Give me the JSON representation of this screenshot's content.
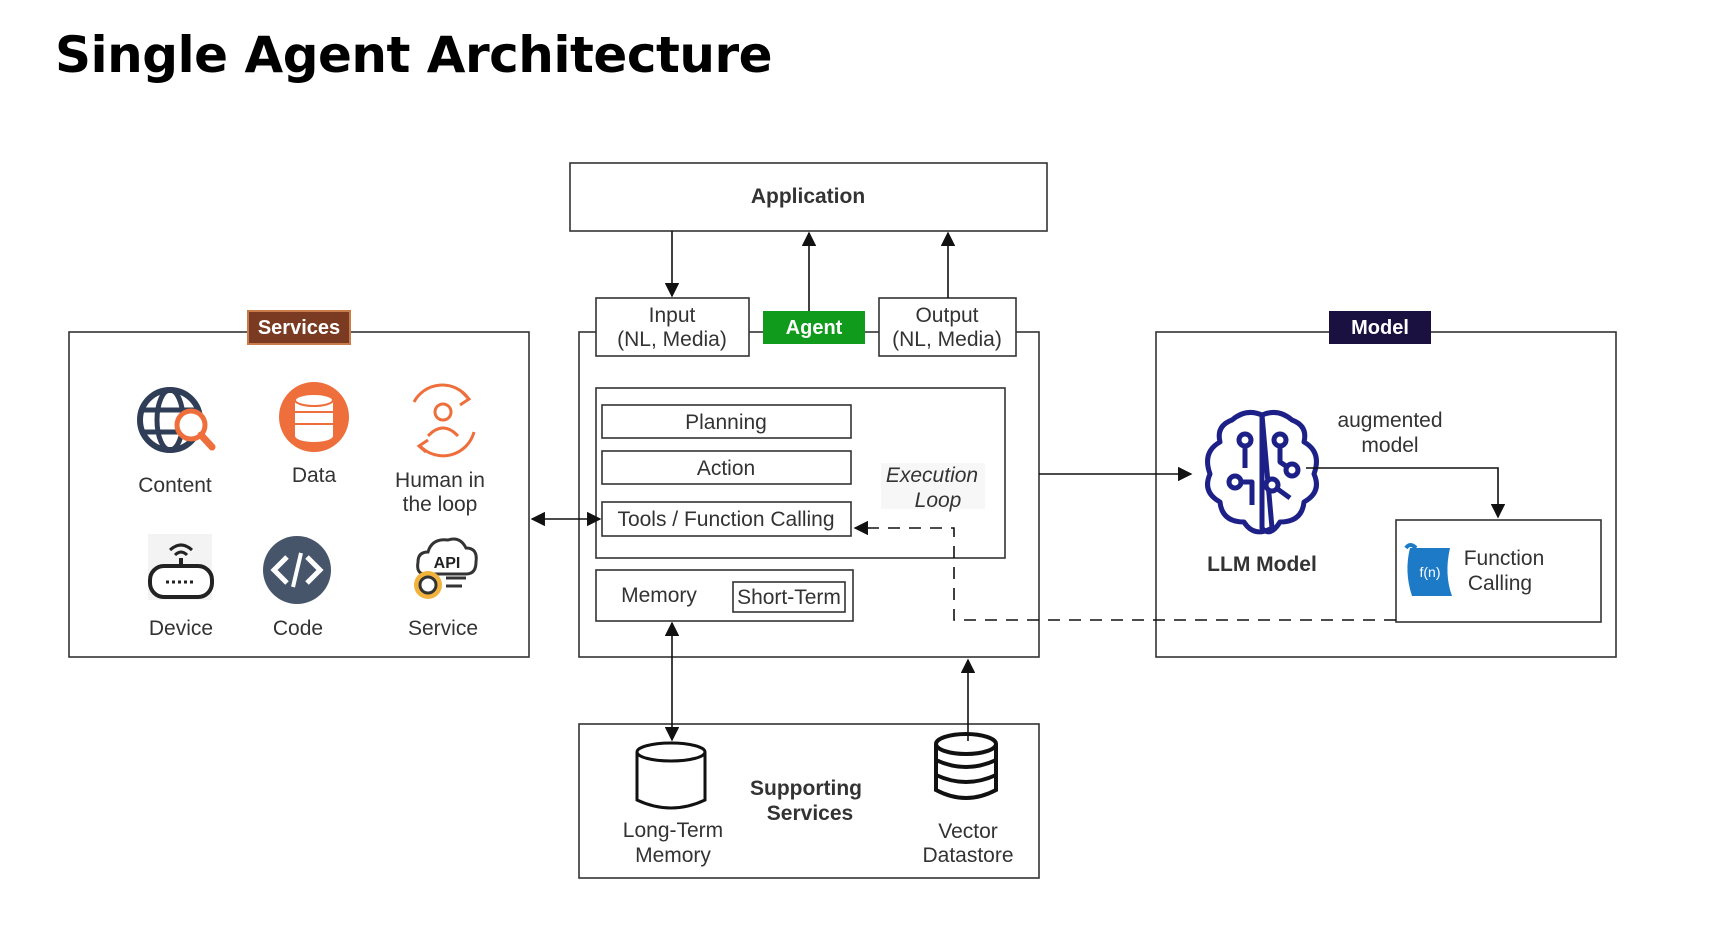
{
  "title": "Single Agent Architecture",
  "colors": {
    "services_tag": "#7a3b22",
    "services_tag_border": "#c97c4a",
    "agent_tag": "#119b1d",
    "model_tag": "#1a1140",
    "icon_navy": "#2f3d57",
    "icon_orange": "#ee6f3c",
    "llm_blue": "#1d2187",
    "function_blue": "#1c7ac7"
  },
  "application": {
    "label": "Application"
  },
  "agent": {
    "tag": "Agent",
    "input_line1": "Input",
    "input_line2": "(NL, Media)",
    "output_line1": "Output",
    "output_line2": "(NL, Media)",
    "planning": "Planning",
    "action": "Action",
    "tools": "Tools / Function Calling",
    "loop_line1": "Execution",
    "loop_line2": "Loop",
    "memory": "Memory",
    "short_term": "Short-Term"
  },
  "services": {
    "tag": "Services",
    "items": [
      {
        "label": "Content",
        "icon": "globe-search-icon"
      },
      {
        "label": "Data",
        "icon": "database-icon"
      },
      {
        "label_line1": "Human in",
        "label_line2": "the loop",
        "icon": "human-loop-icon"
      },
      {
        "label": "Device",
        "icon": "router-device-icon"
      },
      {
        "label": "Code",
        "icon": "code-icon"
      },
      {
        "label": "Service",
        "icon": "api-gear-icon"
      }
    ]
  },
  "model": {
    "tag": "Model",
    "llm_label": "LLM Model",
    "augmented_line1": "augmented",
    "augmented_line2": "model",
    "function_line1": "Function",
    "function_line2": "Calling",
    "function_icon_text": "f(n)"
  },
  "supporting": {
    "title_line1": "Supporting",
    "title_line2": "Services",
    "long_term_line1": "Long-Term",
    "long_term_line2": "Memory",
    "vector_line1": "Vector",
    "vector_line2": "Datastore"
  }
}
